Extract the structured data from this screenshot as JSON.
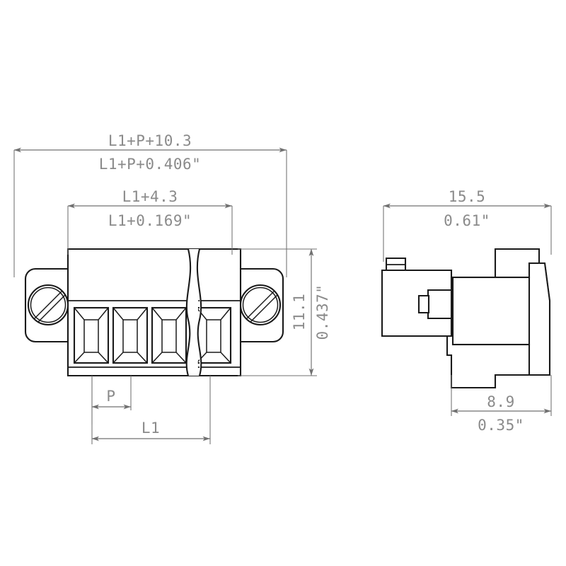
{
  "drawing": {
    "title": "Connector plug technical drawing",
    "background_color": "#ffffff",
    "line_color": "#1a1a1a",
    "dimension_color": "#8a8a8a",
    "views": {
      "front": {
        "name": "front-view",
        "poles_shown": 4,
        "break_line": true,
        "screws": 2
      },
      "side": {
        "name": "side-view"
      }
    },
    "dimensions": {
      "overall_width_mm": "L1+P+10.3",
      "overall_width_in": "L1+P+0.406\"",
      "body_width_mm": "L1+4.3",
      "body_width_in": "L1+0.169\"",
      "height_mm": "11.1",
      "height_in": "0.437\"",
      "pitch_label": "P",
      "length_label": "L1",
      "side_width_mm": "15.5",
      "side_width_in": "0.61\"",
      "side_depth_mm": "8.9",
      "side_depth_in": "0.35\""
    }
  }
}
